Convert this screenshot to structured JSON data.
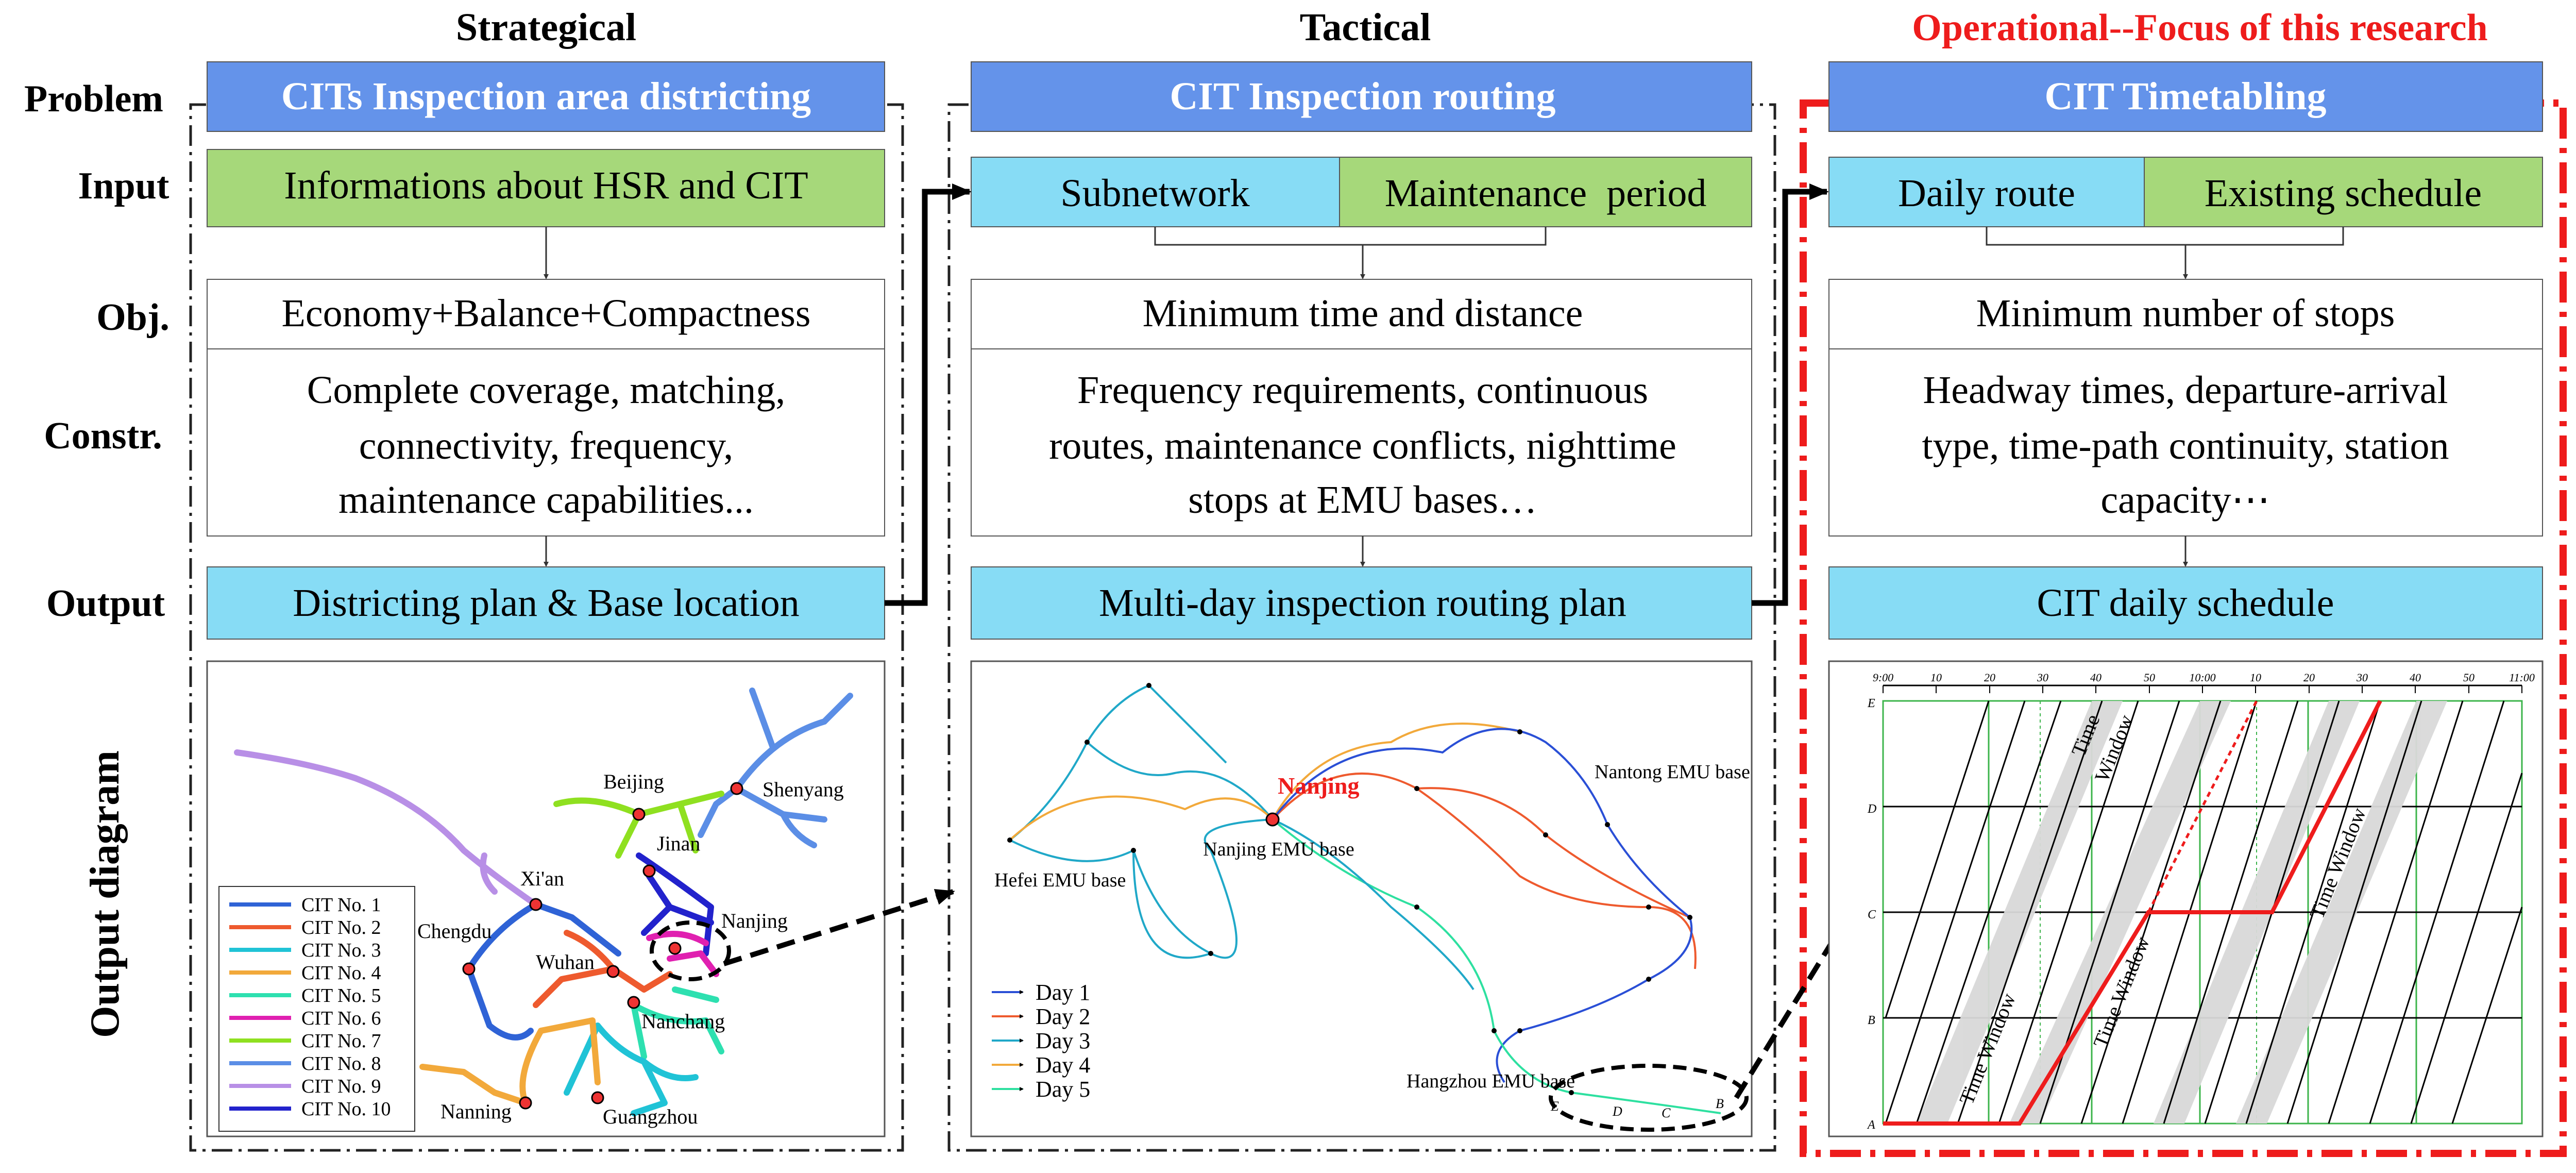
{
  "columns": {
    "strategical": "Strategical",
    "tactical": "Tactical",
    "operational": "Operational--Focus of this research"
  },
  "row_labels": {
    "problem": "Problem",
    "input": "Input",
    "obj": "Obj.",
    "constr": "Constr.",
    "output": "Output",
    "output_diagram": "Output diagram"
  },
  "strategical": {
    "problem": "CITs Inspection area districting",
    "input": "Informations about HSR and CIT",
    "obj": "Economy+Balance+Compactness",
    "constr": [
      "Complete coverage, matching,",
      "connectivity, frequency,",
      "maintenance capabilities..."
    ],
    "output": "Districting plan & Base location"
  },
  "tactical": {
    "problem": "CIT Inspection routing",
    "input_left": "Subnetwork",
    "input_right": "Maintenance  period",
    "obj": "Minimum time and distance",
    "constr": [
      "Frequency requirements, continuous",
      "routes, maintenance conflicts, nighttime",
      "stops at EMU bases…"
    ],
    "output": "Multi-day inspection routing plan"
  },
  "operational": {
    "problem": "CIT Timetabling",
    "input_left": "Daily route",
    "input_right": "Existing schedule",
    "obj": "Minimum number of stops",
    "constr": [
      "Headway times, departure-arrival",
      "type, time-path continuity, station",
      "capacity⋯"
    ],
    "output": "CIT daily schedule"
  },
  "map": {
    "legend": [
      "CIT No. 1",
      "CIT No. 2",
      "CIT No. 3",
      "CIT No. 4",
      "CIT No. 5",
      "CIT No. 6",
      "CIT No. 7",
      "CIT No. 8",
      "CIT No. 9",
      "CIT No. 10"
    ],
    "legend_colors": [
      "#2f63d6",
      "#ee5a2e",
      "#20c3d6",
      "#f2a93b",
      "#2ee0b0",
      "#e020b0",
      "#8fe020",
      "#5b8ee6",
      "#b88fe6",
      "#2222cc"
    ],
    "cities": [
      "Beijing",
      "Shenyang",
      "Jinan",
      "Xi'an",
      "Nanjing",
      "Chengdu",
      "Wuhan",
      "Nanchang",
      "Nanning",
      "Guangzhou"
    ]
  },
  "routes": {
    "legend": [
      "Day 1",
      "Day 2",
      "Day 3",
      "Day 4",
      "Day 5"
    ],
    "colors": [
      "#2a4fd6",
      "#ee5a2e",
      "#20a8c8",
      "#f2a93b",
      "#2ee0a0"
    ],
    "labels": [
      "Nanjing",
      "Nanjing EMU base",
      "Hefei EMU base",
      "Nantong EMU base",
      "Hangzhou EMU base"
    ],
    "station_letters": [
      "E",
      "D",
      "C",
      "B"
    ]
  },
  "timetable": {
    "time_labels": [
      "9:00",
      "10",
      "20",
      "30",
      "40",
      "50",
      "10:00",
      "10",
      "20",
      "30",
      "40",
      "50",
      "11:00"
    ],
    "stations": [
      "E",
      "D",
      "C",
      "B",
      "A"
    ],
    "time_window": "Time Window"
  }
}
